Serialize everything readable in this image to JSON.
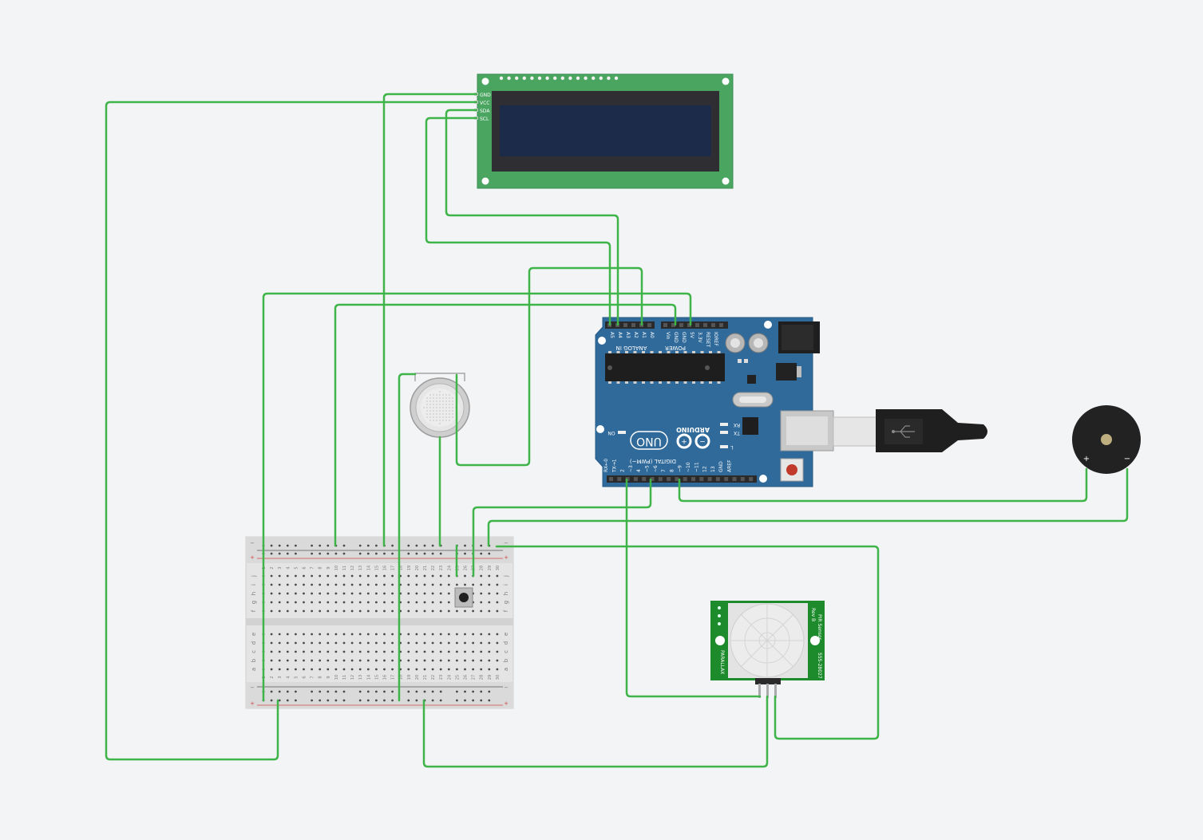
{
  "lcd": {
    "pins": [
      "GND",
      "VCC",
      "SDA",
      "SCL"
    ]
  },
  "arduino": {
    "analog_pins": [
      "A5",
      "A4",
      "A3",
      "A2",
      "A1",
      "A0"
    ],
    "analog_label": "ANALOG IN",
    "power_pins": [
      "Vin",
      "GND",
      "GND",
      "5V",
      "3.3V",
      "RESET",
      "IOREF"
    ],
    "power_label": "POWER",
    "digital_label": "DIGITAL (PWM~)",
    "digital_pins": [
      "RX←0",
      "TX→1",
      "2",
      "~3",
      "4",
      "~5",
      "~6",
      "7",
      "8",
      "~9",
      "~10",
      "~11",
      "12",
      "13",
      "GND",
      "AREF"
    ],
    "brand": "ARDUINO",
    "model": "UNO",
    "on_label": "ON",
    "rx_label": "RX",
    "tx_label": "TX",
    "l_label": "L"
  },
  "buzzer": {
    "plus": "+",
    "minus": "−"
  },
  "pir": {
    "title": "PIR Sensor",
    "rev": "Rev B",
    "part": "555-28027",
    "brand": "PARALLAX"
  },
  "breadboard": {
    "rows_top": [
      "j",
      "i",
      "h",
      "g",
      "f"
    ],
    "rows_bottom": [
      "e",
      "d",
      "c",
      "b",
      "a"
    ],
    "columns": [
      "1",
      "2",
      "3",
      "4",
      "5",
      "6",
      "7",
      "8",
      "9",
      "10",
      "11",
      "12",
      "13",
      "14",
      "15",
      "16",
      "17",
      "18",
      "19",
      "20",
      "21",
      "22",
      "23",
      "24",
      "25",
      "26",
      "27",
      "28",
      "29",
      "30"
    ],
    "minus": "−",
    "plus": "+"
  },
  "colors": {
    "background": "#f3f4f6",
    "wire": "#3fb549",
    "lcd_board": "#4aa561",
    "lcd_screen": "#1d2b4a",
    "arduino_board": "#2f6a9a",
    "buzzer": "#222222",
    "pir_board": "#1d8b2c"
  }
}
